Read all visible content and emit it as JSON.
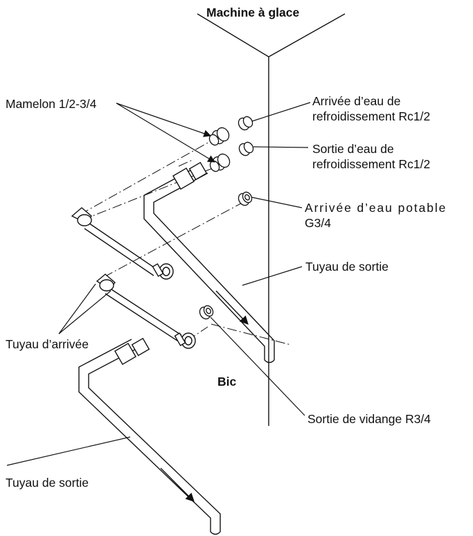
{
  "title": "Machine à glace",
  "bic_label": "Bic",
  "callouts": {
    "nipple": "Mamelon 1/2-3/4",
    "cooling_inlet": [
      "Arrivée d’eau de",
      "refroidissement Rc1/2"
    ],
    "cooling_outlet": [
      "Sortie d’eau de",
      "refroidissement Rc1/2"
    ],
    "potable_inlet": [
      "Arrivée d’eau potable",
      "G3/4"
    ],
    "outlet_hose_right": "Tuyau de sortie",
    "inlet_hose": "Tuyau d’arrivée",
    "drain_outlet": "Sortie de vidange R3/4",
    "outlet_hose_left": "Tuyau de sortie"
  }
}
